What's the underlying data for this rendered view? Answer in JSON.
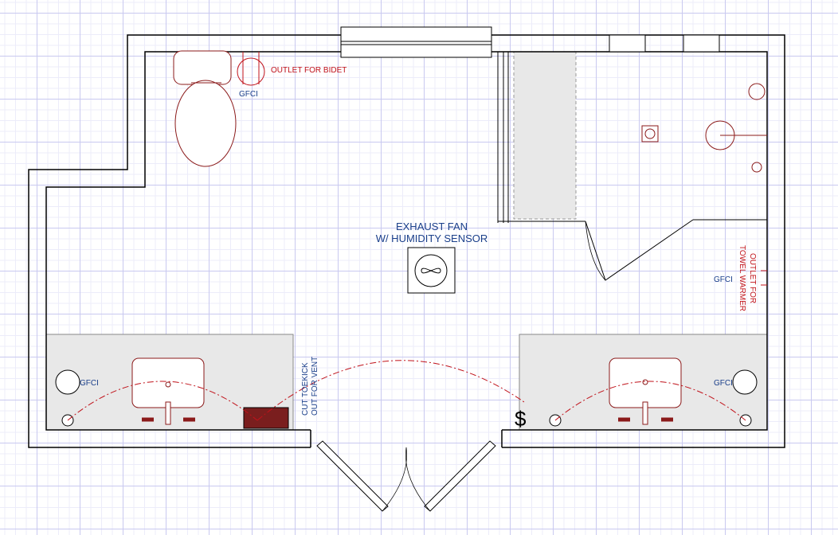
{
  "labels": {
    "outlet_bidet": "OUTLET FOR BIDET",
    "gfci": "GFCI",
    "exhaust_line1": "EXHAUST FAN",
    "exhaust_line2": "W/ HUMIDITY SENSOR",
    "towel_line1": "OUTLET FOR",
    "towel_line2": "TOWEL WARMER",
    "toekick_line1": "CUT TOEKICK",
    "toekick_line2": "OUT FOR VENT"
  },
  "colors": {
    "wall": "#000000",
    "fixture": "#8b1a1a",
    "electrical": "#c0121a",
    "annotation": "#1a3f8a",
    "counter": "#e8e8e8"
  }
}
